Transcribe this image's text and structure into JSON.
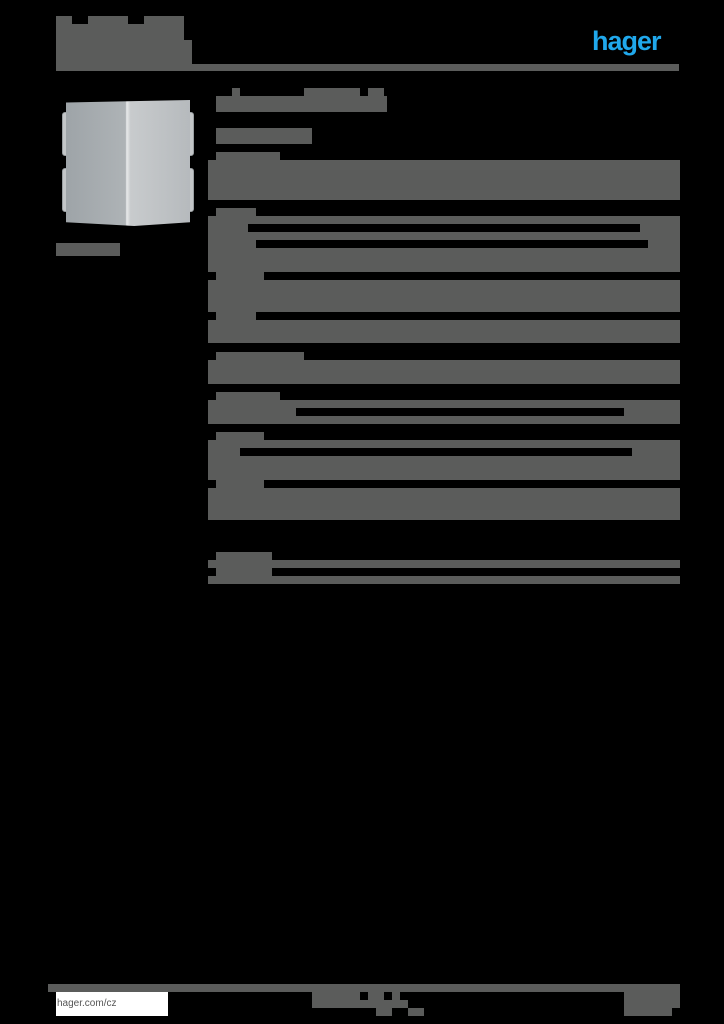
{
  "document": {
    "type": "product-datasheet",
    "language_region": "cz"
  },
  "header": {
    "logo_text": "hager",
    "brand_color": "#20a8ec",
    "title_redacted": true
  },
  "product_image": {
    "alt": "gray metal enclosure / cover",
    "caption_redacted": true
  },
  "main": {
    "product_name_redacted": true,
    "product_code_redacted": true,
    "sections": [
      {
        "id": "description",
        "redacted": true
      },
      {
        "id": "technical-data-1",
        "redacted": true
      },
      {
        "id": "technical-data-2",
        "redacted": true
      },
      {
        "id": "technical-data-3",
        "redacted": true
      },
      {
        "id": "technical-data-4",
        "redacted": true
      },
      {
        "id": "technical-data-5",
        "redacted": true
      },
      {
        "id": "technical-data-6",
        "redacted": true
      },
      {
        "id": "technical-data-7",
        "redacted": true
      }
    ]
  },
  "footer": {
    "website": "hager.com/cz",
    "center_redacted": true,
    "right_redacted": true
  },
  "colors": {
    "redaction_gray": "#5b5c5b",
    "page_background": "#000000"
  }
}
